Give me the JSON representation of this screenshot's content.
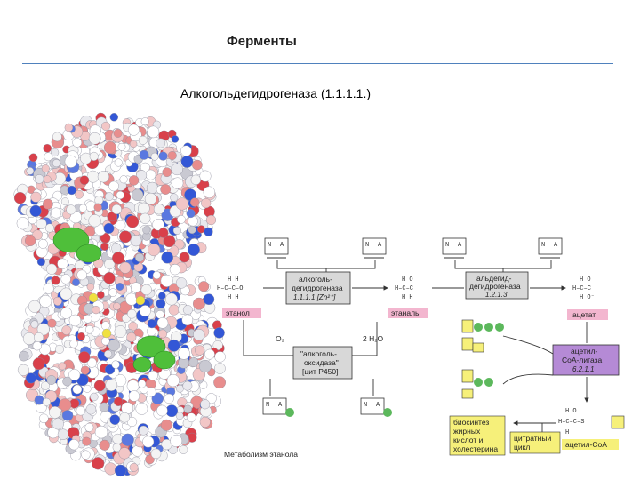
{
  "header": {
    "title": "Ферменты",
    "subtitle": "Алкогольдегидрогеназа (1.1.1.1.)"
  },
  "diagram": {
    "enzyme1": {
      "line1": "алкоголь-",
      "line2": "дегидрогеназа",
      "code": "1.1.1.1 [Zn²⁺]"
    },
    "enzyme2": {
      "line1": "альдегид-",
      "line2": "дегидрогеназа",
      "code": "1.2.1.3"
    },
    "enzyme3": {
      "line1": "\"алкоголь-",
      "line2": "оксидаза\"",
      "code": "[цит P450]"
    },
    "enzyme4": {
      "line1": "ацетил-",
      "line2": "CoA-лигаза",
      "code": "6.2.1.1"
    },
    "compounds": {
      "ethanol": "этанол",
      "ethanal": "этаналь",
      "acetate": "ацетат",
      "acetyl_coa": "ацетил-CoA"
    },
    "cofactors": {
      "o2": "O₂",
      "h2o": "2 H₂O"
    },
    "fates": {
      "biosynthesis": [
        "биосинтез",
        "жирных",
        "кислот и",
        "холестерина"
      ],
      "citrate": [
        "цитратный",
        "цикл"
      ]
    },
    "caption": "Метаболизм этанола",
    "colors": {
      "yellow_box": "#f6f07a",
      "green_circle": "#5cb85c",
      "purple_box": "#b58ad6",
      "grey_box": "#d8d8d8",
      "pink_label": "#f3b6cf"
    }
  }
}
